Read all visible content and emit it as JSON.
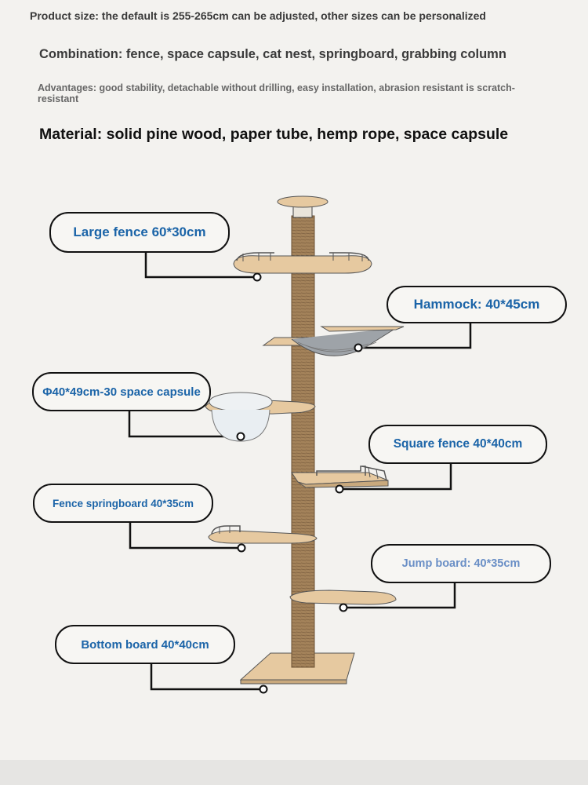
{
  "header": {
    "product_size": "Product size: the default is 255-265cm can be adjusted, other sizes can be personalized",
    "combination": "Combination: fence, space capsule, cat nest, springboard, grabbing column",
    "advantages": "Advantages: good stability, detachable without drilling, easy installation, abrasion resistant is scratch-resistant",
    "material": "Material: solid pine wood, paper tube, hemp rope, space capsule"
  },
  "labels": {
    "large_fence": "Large fence 60*30cm",
    "hammock": "Hammock: 40*45cm",
    "space_capsule": "Φ40*49cm-30 space capsule",
    "square_fence": "Square fence 40*40cm",
    "fence_springboard": "Fence springboard 40*35cm",
    "jump_board": "Jump board: 40*35cm",
    "bottom_board": "Bottom board 40*40cm"
  },
  "colors": {
    "label_text": "#1b64a8",
    "jump_label_text": "#6a8fc6",
    "wood": "#e6c9a0",
    "sisal": "#9a7b52"
  }
}
